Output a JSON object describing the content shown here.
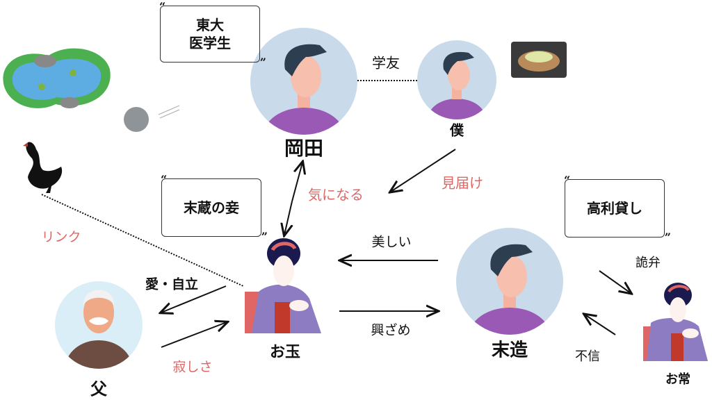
{
  "notes": {
    "okada_note": [
      "東大",
      "医学生"
    ],
    "otama_note": "末蔵の妾",
    "suezo_note": "高利貸し"
  },
  "characters": {
    "okada": "岡田",
    "boku": "僕",
    "otama": "お玉",
    "father": "父",
    "suezo": "末造",
    "otsune": "お常"
  },
  "relations": {
    "classmates": "学友",
    "interested": "気になる",
    "witness": "見届け",
    "link": "リンク",
    "love_independence": "愛・自立",
    "loneliness": "寂しさ",
    "beautiful": "美しい",
    "disenchanted": "興ざめ",
    "sophistry": "詭弁",
    "distrust": "不信"
  },
  "colors": {
    "accent_red": "#e06666",
    "avatar_bg": "#c9dbea",
    "shirt": "#9b59b6",
    "hair": "#2c3e50"
  }
}
